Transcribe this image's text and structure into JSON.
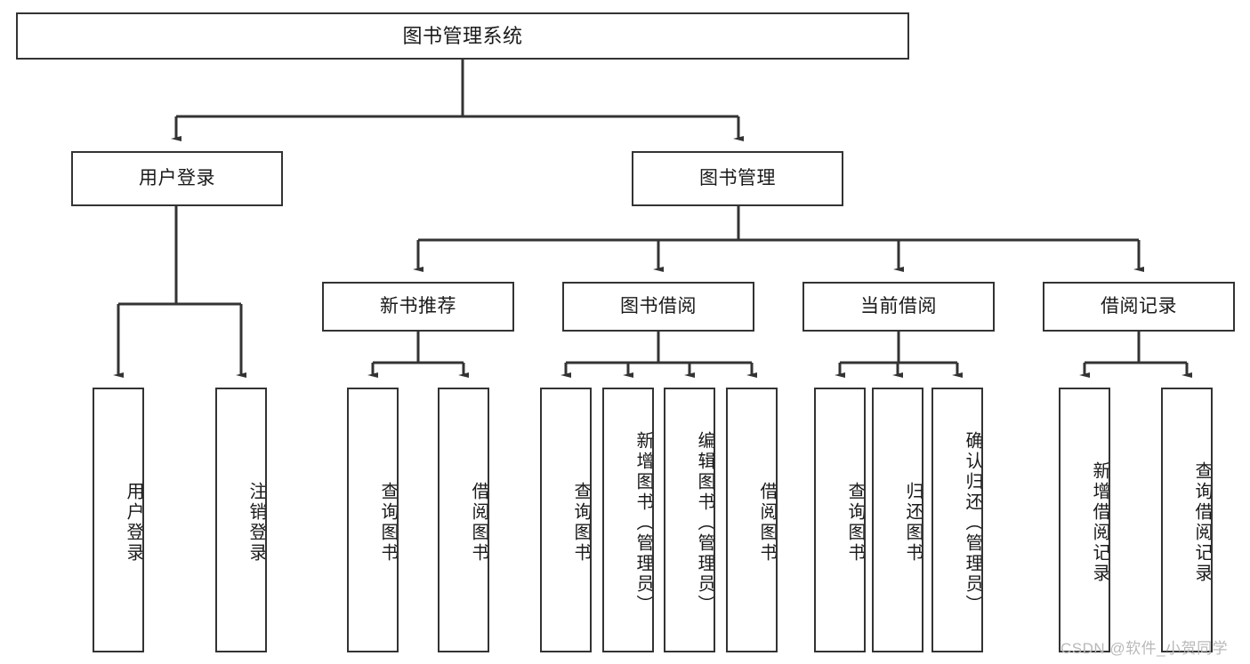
{
  "diagram": {
    "type": "tree-hierarchy",
    "title": "图书管理系统",
    "orientation": "top-down",
    "levels": 4,
    "line_color": "#333333",
    "box_fill": "#ffffff",
    "text_color": "#1a1a1a"
  },
  "nodes": {
    "root": {
      "label": "图书管理系统"
    },
    "level1": [
      {
        "id": "user-login",
        "label": "用户登录"
      },
      {
        "id": "book-manage",
        "label": "图书管理"
      }
    ],
    "level2": [
      {
        "id": "new-book-recommend",
        "label": "新书推荐"
      },
      {
        "id": "book-borrow",
        "label": "图书借阅"
      },
      {
        "id": "current-borrow",
        "label": "当前借阅"
      },
      {
        "id": "borrow-record",
        "label": "借阅记录"
      }
    ],
    "leaves": {
      "user-login": [
        {
          "id": "leaf-user-login",
          "label": "用户登录"
        },
        {
          "id": "leaf-logout-login",
          "label": "注销登录"
        }
      ],
      "new-book-recommend": [
        {
          "id": "leaf-query-book-1",
          "label": "查询图书"
        },
        {
          "id": "leaf-borrow-book-1",
          "label": "借阅图书"
        }
      ],
      "book-borrow": [
        {
          "id": "leaf-query-book-2",
          "label": "查询图书"
        },
        {
          "id": "leaf-add-book",
          "label": "新增图书（管理员）"
        },
        {
          "id": "leaf-edit-book",
          "label": "编辑图书（管理员）"
        },
        {
          "id": "leaf-borrow-book-2",
          "label": "借阅图书"
        }
      ],
      "current-borrow": [
        {
          "id": "leaf-query-book-3",
          "label": "查询图书"
        },
        {
          "id": "leaf-return-book",
          "label": "归还图书"
        },
        {
          "id": "leaf-confirm-return",
          "label": "确认归还（管理员）"
        }
      ],
      "borrow-record": [
        {
          "id": "leaf-add-record",
          "label": "新增借阅记录"
        },
        {
          "id": "leaf-query-record",
          "label": "查询借阅记录"
        }
      ]
    }
  },
  "watermark": {
    "text": "CSDN @软件_小贺同学"
  }
}
